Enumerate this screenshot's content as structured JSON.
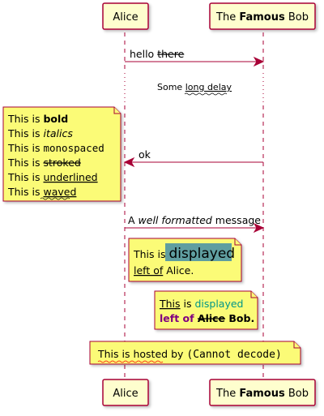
{
  "participants": {
    "alice": {
      "label": "Alice"
    },
    "bob": {
      "prefix": "The ",
      "bold": "Famous",
      "suffix": " Bob"
    }
  },
  "messages": {
    "hello": {
      "normal": "hello ",
      "struck": "there"
    },
    "delay": {
      "prefix": "Some ",
      "underlined": "long delay"
    },
    "ok": {
      "text": "ok"
    },
    "formatted": {
      "prefix": "A ",
      "italic": "well formatted",
      "suffix": " message"
    }
  },
  "notes": {
    "alice_left": {
      "l1_prefix": "This is ",
      "l1_bold": "bold",
      "l2_prefix": "This is ",
      "l2_italic": "italics",
      "l3_prefix": "This is ",
      "l3_mono": "monospaced",
      "l4_prefix": "This is ",
      "l4_struck": "stroked",
      "l5_prefix": "This is ",
      "l5_underlined": "underlined",
      "l6_prefix": "This is ",
      "l6_waved": "waved"
    },
    "alice_right": {
      "l1_prefix": "This is ",
      "l1_highlight": "displayed",
      "l2_underlined": "left of",
      "l2_suffix": " Alice."
    },
    "bob_left": {
      "l1_underlined": "This",
      "l1_middle": " is ",
      "l1_colored": "displayed",
      "l2_bold_purple": "left of ",
      "l2_struck": "Alice",
      "l2_suffix": " Bob."
    },
    "hosted": {
      "waved": "This is hosted",
      "middle": " by ",
      "mono": "(Cannot decode)"
    }
  },
  "colors": {
    "lifeline": "#A80036",
    "participant_fill": "#FEFECE",
    "note_fill": "#FBFB77",
    "highlight": "#5F9EA0",
    "teal_text": "#009688",
    "purple_text": "#800080",
    "wave_color": "#FF0000"
  }
}
